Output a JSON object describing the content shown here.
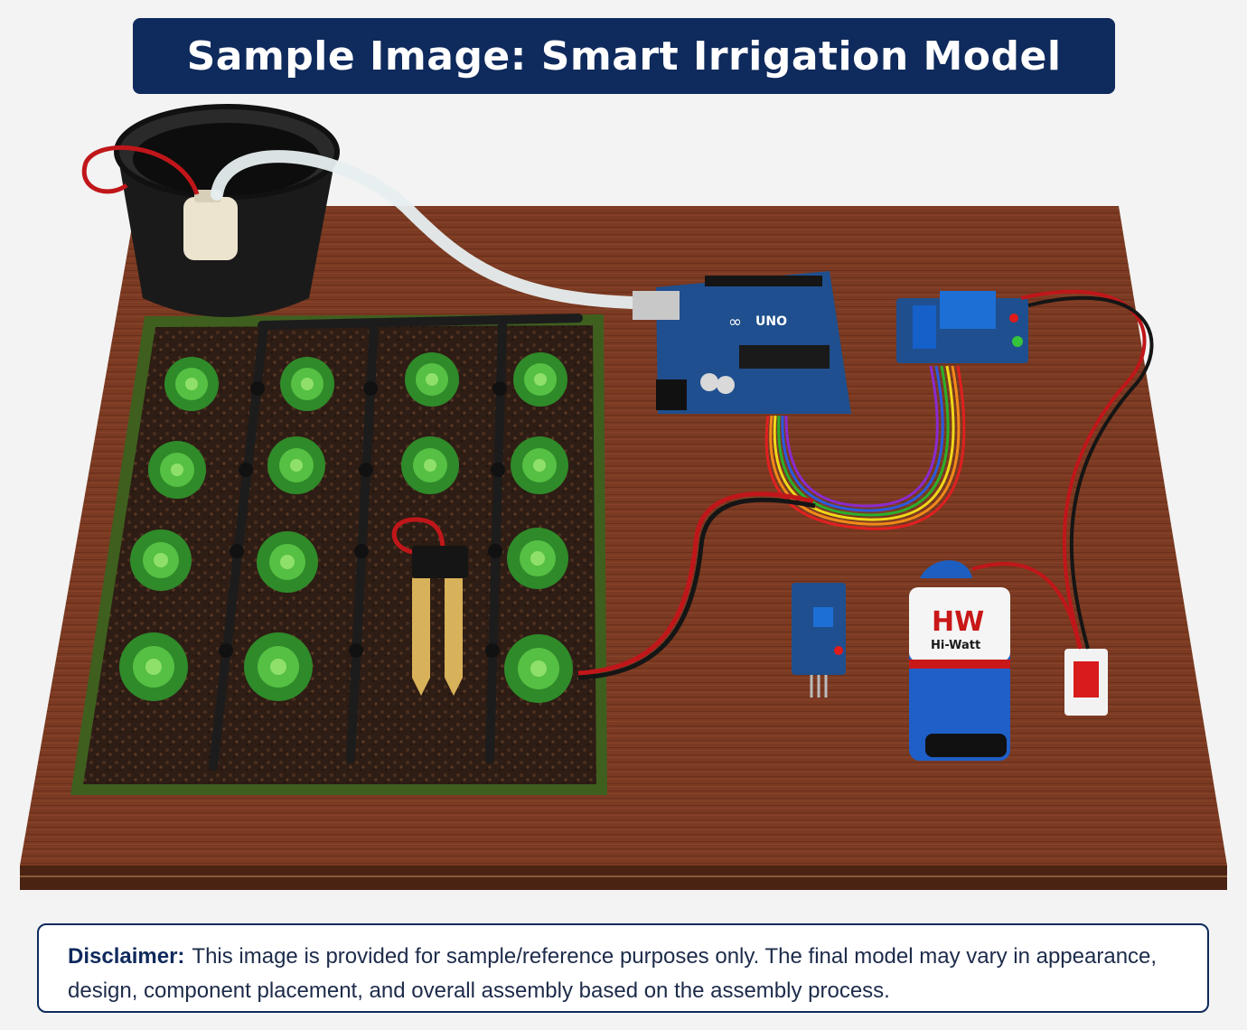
{
  "title": "Sample Image: Smart Irrigation Model",
  "arduino_logo_text": "UNO",
  "battery": {
    "brand": "HW",
    "label": "Hi-Watt"
  },
  "disclaimer": {
    "label": "Disclaimer:",
    "text": "This image is provided for sample/reference purposes only. The final model may vary in appearance, design, component placement, and overall assembly based on the assembly process."
  },
  "colors": {
    "banner": "#0f2a5c",
    "wood": "#7b3a22",
    "soil": "#2e1d14",
    "board_blue": "#1f4f8e",
    "battery_blue": "#1f5fc8"
  }
}
